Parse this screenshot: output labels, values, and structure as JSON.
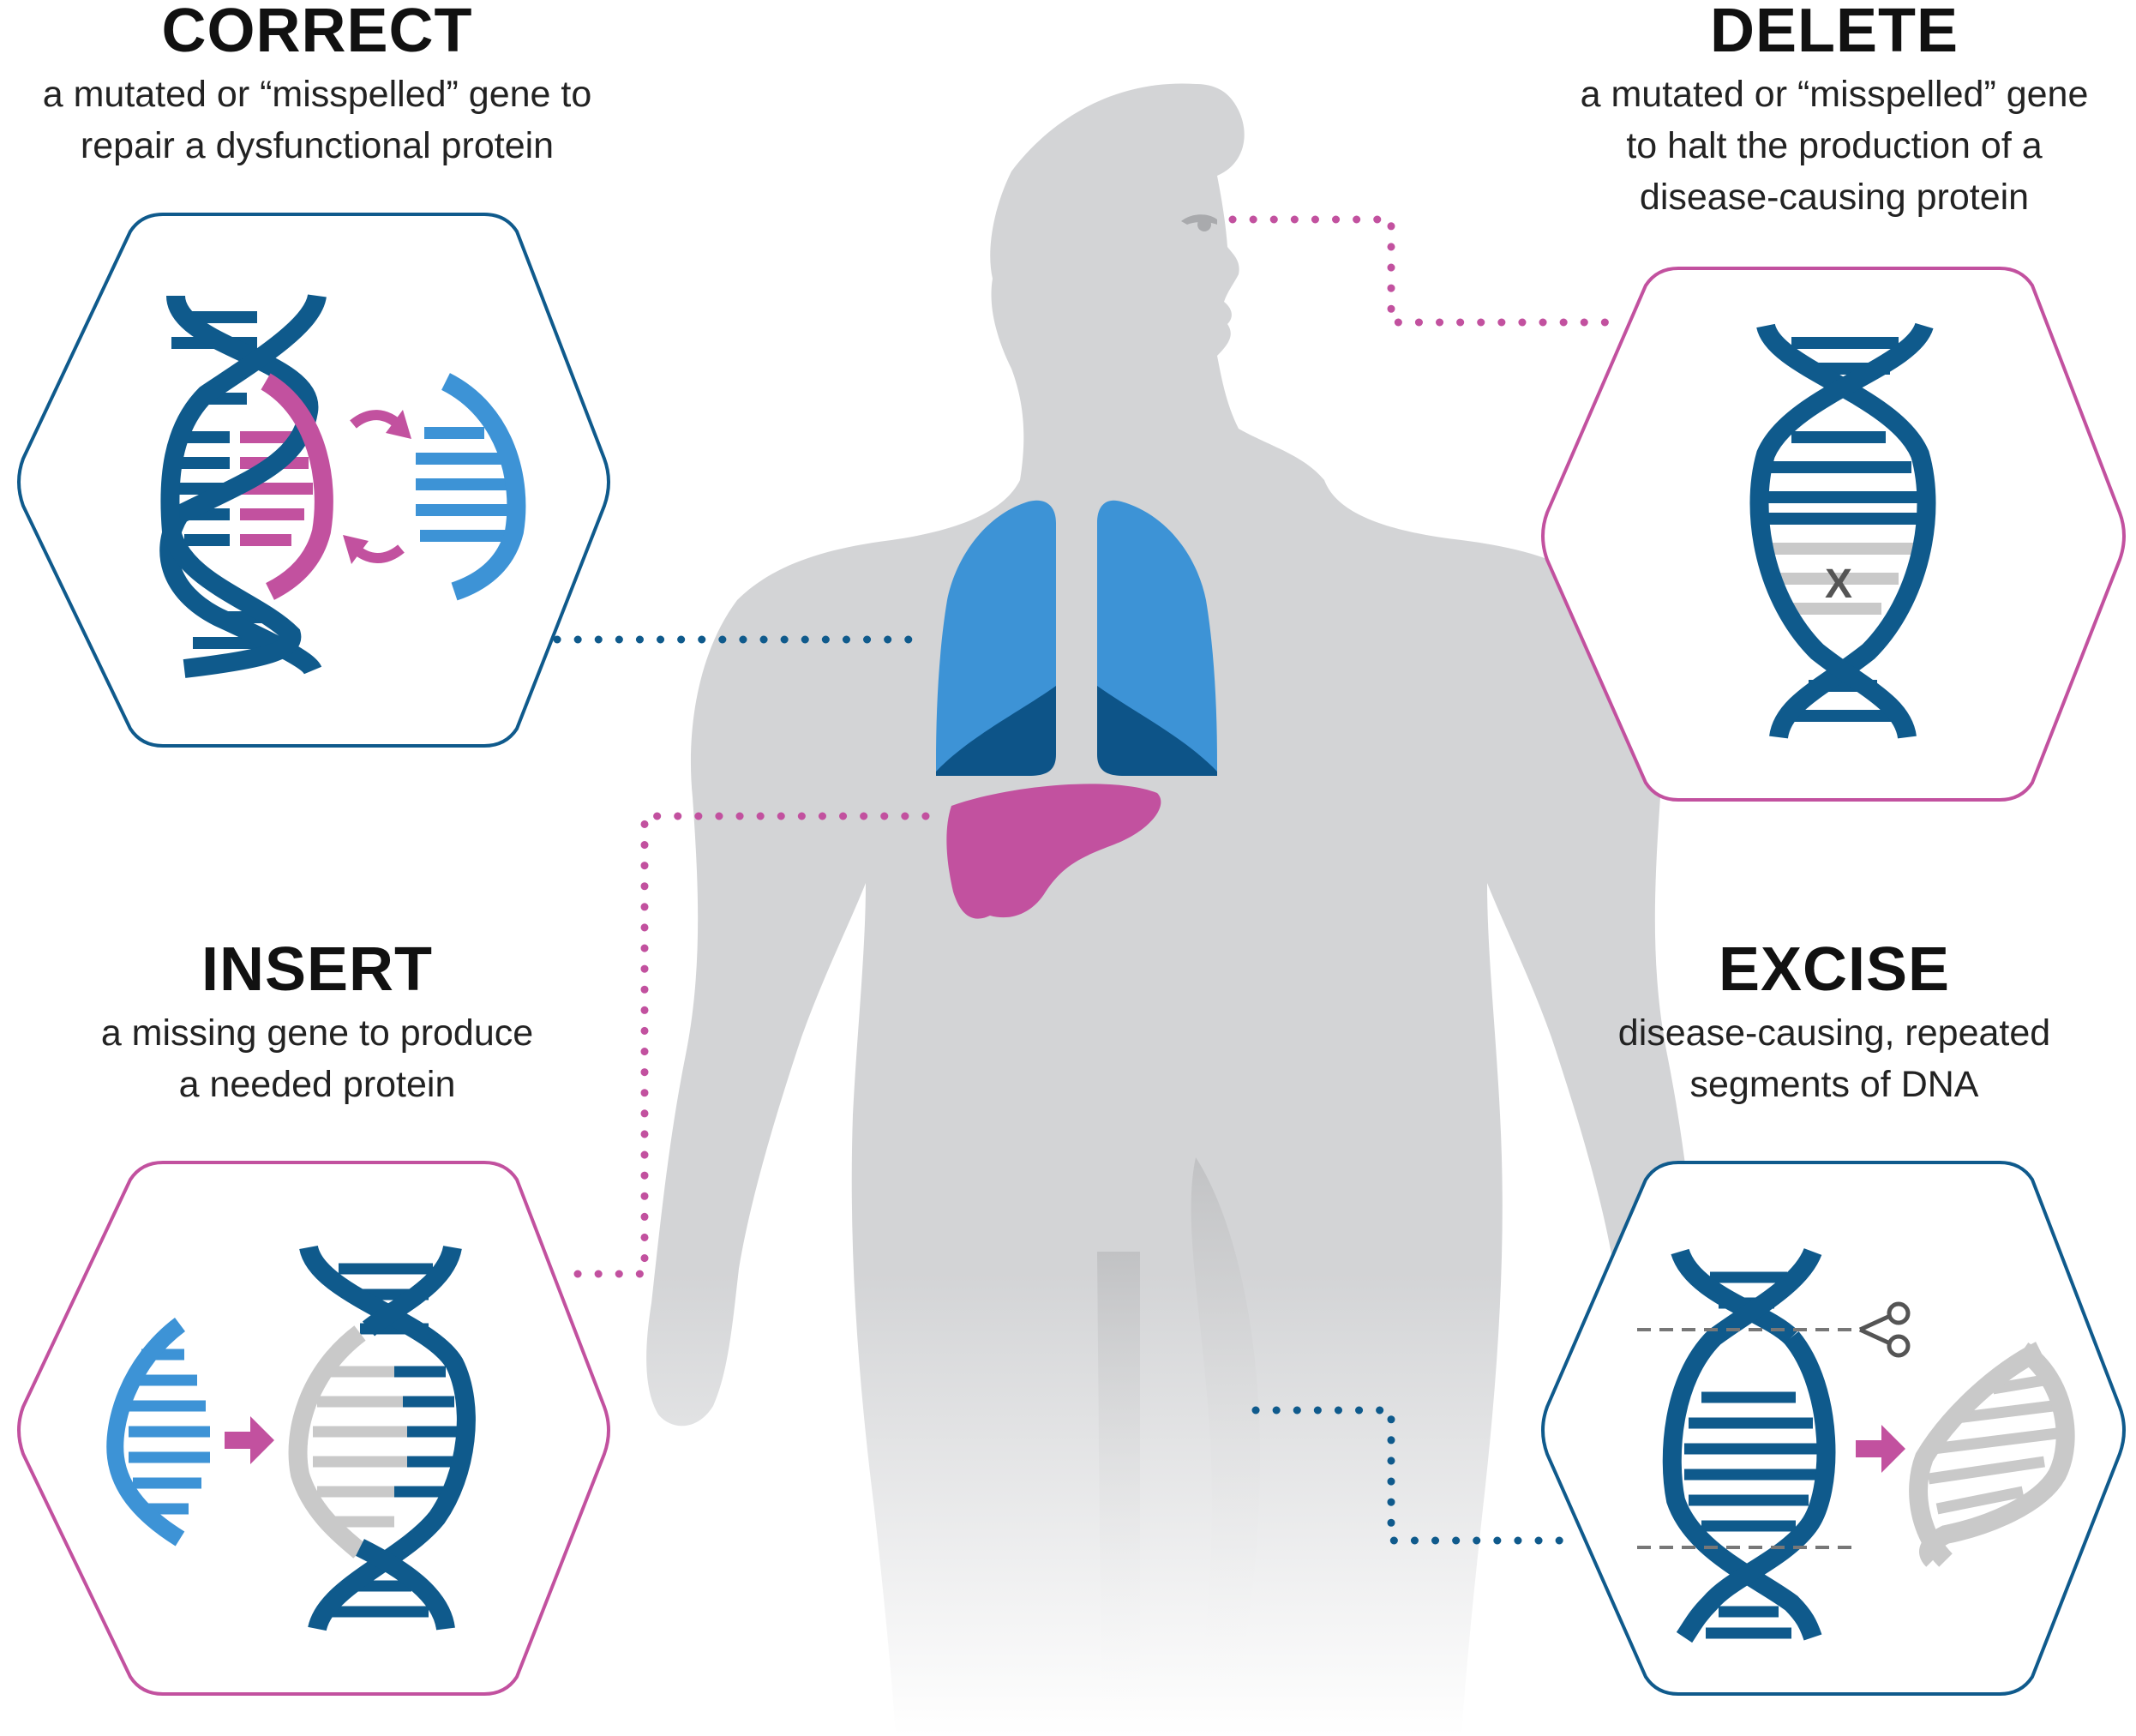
{
  "panels": {
    "correct": {
      "title": "CORRECT",
      "lines": [
        "a mutated or “misspelled” gene to",
        "repair a dysfunctional protein"
      ]
    },
    "delete": {
      "title": "DELETE",
      "lines": [
        "a mutated or “misspelled” gene",
        "to halt the production of a",
        "disease-causing protein"
      ]
    },
    "insert": {
      "title": "INSERT",
      "lines": [
        "a missing gene to produce",
        "a needed protein"
      ]
    },
    "excise": {
      "title": "EXCISE",
      "lines": [
        "disease-causing, repeated",
        "segments of DNA"
      ]
    }
  },
  "markers": {
    "delete_x": "X"
  },
  "icons": [
    "scissors-icon",
    "arrow-right-icon",
    "swap-arrows-icon"
  ],
  "colors": {
    "navy": "#0f5a8c",
    "blue": "#3d93d6",
    "magenta": "#c2519f",
    "gray": "#c9c9c9",
    "silhouette": "#d3d4d6",
    "lung_dark": "#0d5488",
    "liver": "#c2519f"
  }
}
